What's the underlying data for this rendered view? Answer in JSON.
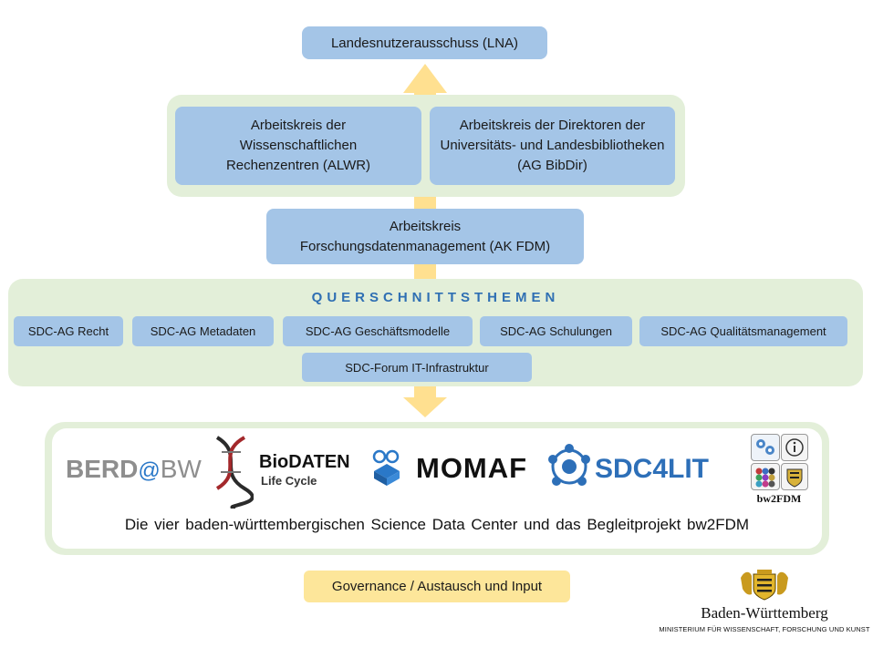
{
  "top": {
    "lna": "Landesnutzerausschuss (LNA)"
  },
  "councils": {
    "alwr": "Arbeitskreis der Wissenschaftlichen Rechenzentren (ALWR)",
    "bibdir": "Arbeitskreis der Direktoren der Universitäts- und Landesbibliotheken (AG BibDir)"
  },
  "akfdm": {
    "line1": "Arbeitskreis",
    "line2": "Forschungsdatenmanagement (AK FDM)"
  },
  "cross": {
    "title": "QUERSCHNITTSTHEMEN",
    "groups": [
      "SDC-AG Recht",
      "SDC-AG Metadaten",
      "SDC-AG Geschäftsmodelle",
      "SDC-AG Schulungen",
      "SDC-AG Qualitätsmanagement"
    ],
    "forum": "SDC-Forum IT-Infrastruktur"
  },
  "centers": {
    "logos": {
      "berd": "BERD",
      "berd_at": "@",
      "berd_bw": "BW",
      "biodaten": "BioDATEN",
      "biodaten_sub": "Life Cycle",
      "momaf": "MOMAF",
      "sdc4lit": "SDC4LIT",
      "bw2fdm": "bw2FDM"
    },
    "caption": "Die vier baden-württembergischen Science Data Center und das Begleitprojekt bw2FDM"
  },
  "legend": {
    "governance": "Governance / Austausch und Input"
  },
  "ministry": {
    "name": "Baden-Württemberg",
    "sub": "MINISTERIUM FÜR WISSENSCHAFT, FORSCHUNG UND KUNST"
  },
  "colors": {
    "box": "#a4c5e7",
    "green_bg": "#e3efd9",
    "arrow": "#ffe090",
    "title_blue": "#2f6fb3",
    "momaf_blue": "#2a78c8",
    "sdc_blue": "#2d6fb8"
  }
}
